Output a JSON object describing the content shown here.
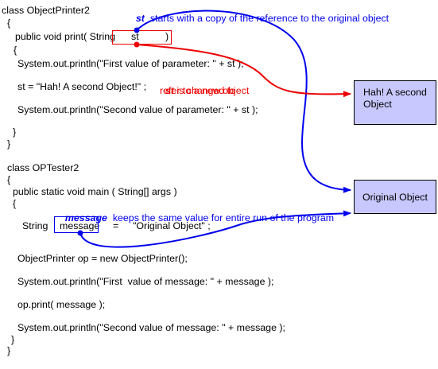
{
  "code_lines": [
    {
      "id": "c1",
      "text": "class ObjectPrinter2"
    },
    {
      "id": "c2",
      "text": "{"
    },
    {
      "id": "c3a",
      "text": "public void print( String"
    },
    {
      "id": "c3b",
      "text": "st"
    },
    {
      "id": "c3c",
      "text": ")"
    },
    {
      "id": "c4",
      "text": "{"
    },
    {
      "id": "c5",
      "text": "System.out.println(\"First value of parameter: \" + st );"
    },
    {
      "id": "c6",
      "text": "st = \"Hah! A second Object!\" ;"
    },
    {
      "id": "c7",
      "text": "System.out.println(\"Second value of parameter: \" + st );"
    },
    {
      "id": "c8",
      "text": "}"
    },
    {
      "id": "c9",
      "text": "}"
    },
    {
      "id": "c10",
      "text": "class OPTester2"
    },
    {
      "id": "c11",
      "text": "{"
    },
    {
      "id": "c12",
      "text": "public static void main ( String[] args )"
    },
    {
      "id": "c13",
      "text": "{"
    },
    {
      "id": "c14a",
      "text": "String"
    },
    {
      "id": "c14b",
      "text": "message"
    },
    {
      "id": "c14c",
      "text": "="
    },
    {
      "id": "c14d",
      "text": "\"Original Object\" ;"
    },
    {
      "id": "c15",
      "text": "ObjectPrinter op = new ObjectPrinter();"
    },
    {
      "id": "c16",
      "text": "System.out.println(\"First  value of message: \" + message );"
    },
    {
      "id": "c17",
      "text": "op.print( message );"
    },
    {
      "id": "c18",
      "text": "System.out.println(\"Second value of message: \" + message );"
    },
    {
      "id": "c19",
      "text": "}"
    },
    {
      "id": "c20",
      "text": "}"
    }
  ],
  "annotations": {
    "st_copy": {
      "keyword": "st",
      "text": "starts with a copy of the reference to the original object"
    },
    "st_changed": {
      "keyword": "st",
      "line1": "is changed to",
      "line2": "refer to a new object"
    },
    "message_same": {
      "keyword": "message",
      "text": "keeps the same value for entire run of the program"
    }
  },
  "objects": {
    "second": {
      "line1": "Hah! A second",
      "line2": "Object"
    },
    "original": {
      "line1": "Original  Object"
    }
  },
  "colors": {
    "blue": "#0000ee",
    "red": "#ee0000",
    "object_fill": "#c8c8ff"
  }
}
